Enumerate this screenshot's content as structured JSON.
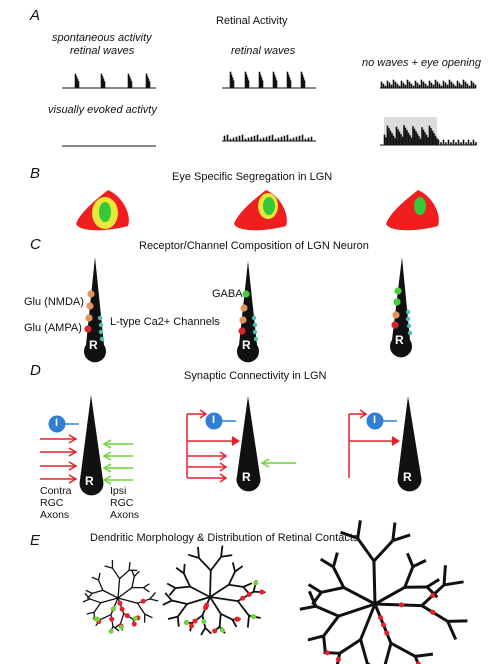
{
  "panels": {
    "a": {
      "letter": "A",
      "title": "Retinal Activity",
      "col1_label_line1": "spontaneous activity",
      "col1_label_line2": "retinal waves",
      "col2_label": "retinal waves",
      "col3_label": "no waves + eye opening",
      "row2_label": "visually evoked activty"
    },
    "b": {
      "letter": "B",
      "title": "Eye Specific Segregation in LGN"
    },
    "c": {
      "letter": "C",
      "title": "Receptor/Channel Composition of LGN Neuron",
      "glu_nmda": "Glu (NMDA)",
      "glu_ampa": "Glu (AMPA)",
      "ltype": "L-type Ca2+ Channels",
      "gaba": "GABA",
      "relay": "R"
    },
    "d": {
      "letter": "D",
      "title": "Synaptic Connectivity in LGN",
      "interneuron": "I",
      "relay": "R",
      "contra_line1": "Contra",
      "contra_line2": "RGC",
      "contra_line3": "Axons",
      "ipsi_line1": "Ipsi",
      "ipsi_line2": "RGC",
      "ipsi_line3": "Axons"
    },
    "e": {
      "letter": "E",
      "title": "Dendritic Morphology & Distribution of Retinal Contacts"
    }
  },
  "colors": {
    "contra_red": "#e8202a",
    "ipsi_green": "#6fd33a",
    "nmda_orange": "#e39459",
    "ampa_red": "#d9252a",
    "ltype_teal": "#4bbfb0",
    "gaba_green": "#46cf3a",
    "interneuron_blue": "#2f7fd6",
    "lgn_red": "#f01e1e",
    "lgn_yellow": "#e8e83a",
    "lgn_green": "#35c83a"
  }
}
